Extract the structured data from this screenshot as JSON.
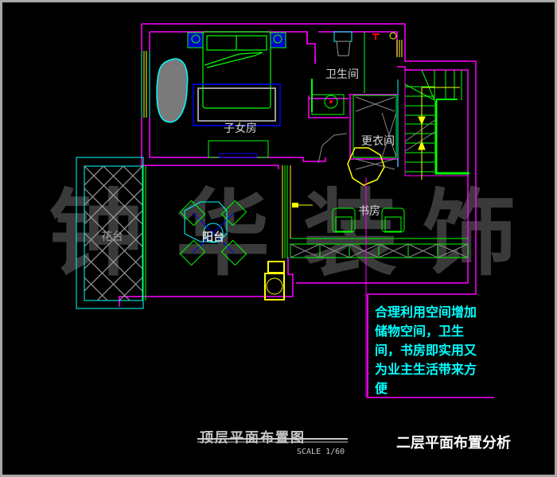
{
  "watermark": {
    "chars": [
      "钟",
      "华",
      "装",
      "饰"
    ]
  },
  "rooms": {
    "childrens_room": "子女房",
    "bathroom": "卫生间",
    "dressing_room": "更衣间",
    "balcony": "阳台",
    "balcony_planter": "花台",
    "study": "书房"
  },
  "note": {
    "lines": [
      "合理利用空间增加",
      "储物空间，卫生",
      "间，书房即实用又",
      "为业主生活带来方",
      "便"
    ]
  },
  "drawing": {
    "title": "顶层平面布置图",
    "scale": "SCALE 1/60"
  },
  "analysis_title": "二层平面布置分析",
  "colors": {
    "background": "#000000",
    "frame": "#a8a8a8",
    "wall": "#ff00ff",
    "furniture": "#00ff00",
    "accent_cyan": "#00ffff",
    "accent_yellow": "#ffff00",
    "accent_blue": "#0000ff",
    "accent_red": "#ff0000",
    "label": "#d8d8d8"
  }
}
